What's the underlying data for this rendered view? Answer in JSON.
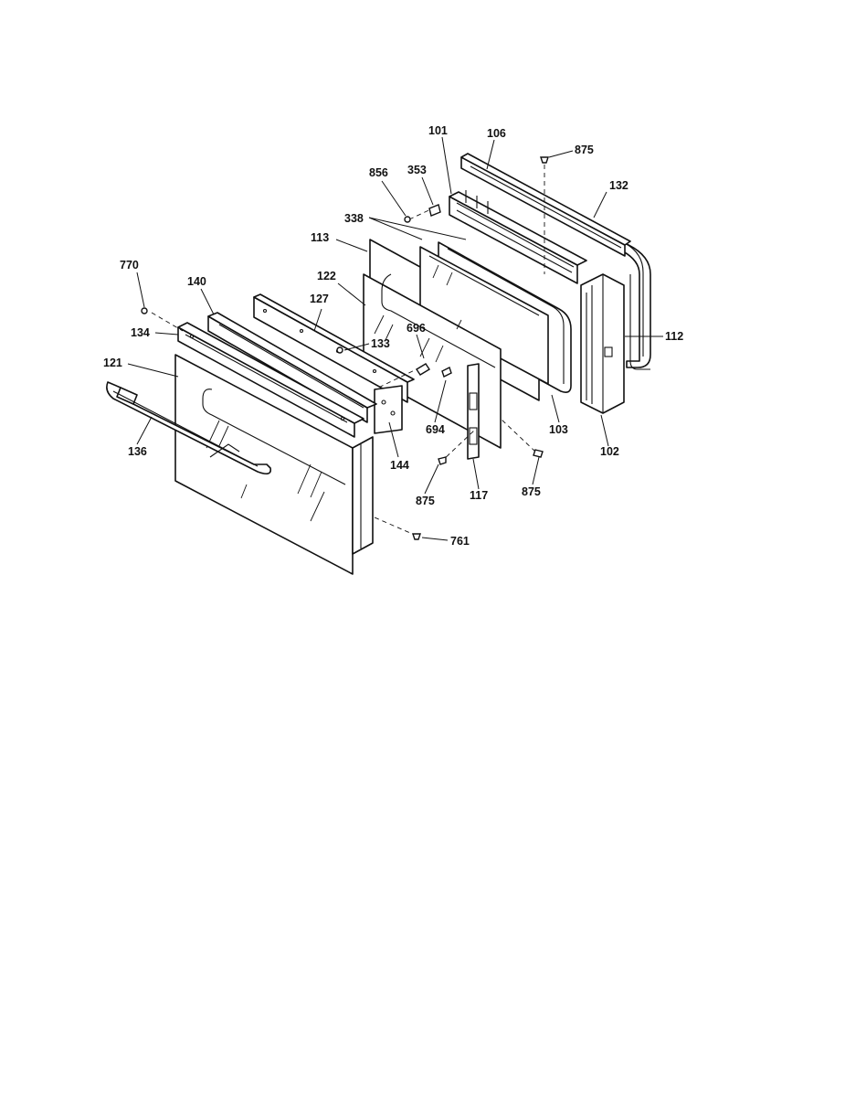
{
  "callouts": [
    {
      "id": "c101",
      "text": "101"
    },
    {
      "id": "c106",
      "text": "106"
    },
    {
      "id": "c875a",
      "text": "875"
    },
    {
      "id": "c856",
      "text": "856"
    },
    {
      "id": "c353",
      "text": "353"
    },
    {
      "id": "c132",
      "text": "132"
    },
    {
      "id": "c338",
      "text": "338"
    },
    {
      "id": "c113",
      "text": "113"
    },
    {
      "id": "c770",
      "text": "770"
    },
    {
      "id": "c140",
      "text": "140"
    },
    {
      "id": "c122",
      "text": "122"
    },
    {
      "id": "c127",
      "text": "127"
    },
    {
      "id": "c134",
      "text": "134"
    },
    {
      "id": "c696",
      "text": "696"
    },
    {
      "id": "c133",
      "text": "133"
    },
    {
      "id": "c112",
      "text": "112"
    },
    {
      "id": "c121",
      "text": "121"
    },
    {
      "id": "c694",
      "text": "694"
    },
    {
      "id": "c103",
      "text": "103"
    },
    {
      "id": "c144",
      "text": "144"
    },
    {
      "id": "c102",
      "text": "102"
    },
    {
      "id": "c136",
      "text": "136"
    },
    {
      "id": "c875b",
      "text": "875"
    },
    {
      "id": "c117",
      "text": "117"
    },
    {
      "id": "c875c",
      "text": "875"
    },
    {
      "id": "c761",
      "text": "761"
    }
  ]
}
